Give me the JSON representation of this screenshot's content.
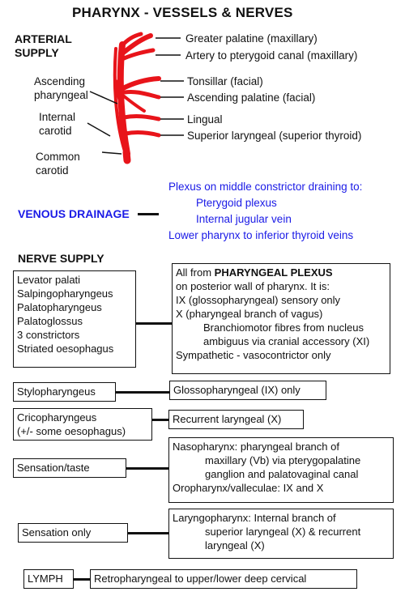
{
  "title": "PHARYNX - VESSELS & NERVES",
  "arterial": {
    "header": [
      "ARTERIAL",
      "SUPPLY"
    ],
    "branches": [
      "Greater palatine (maxillary)",
      "Artery to pterygoid canal (maxillary)",
      "Tonsillar (facial)",
      "Ascending palatine (facial)",
      "Lingual",
      "Superior laryngeal (superior thyroid)"
    ],
    "left_labels": {
      "ascending_pharyngeal": [
        "Ascending",
        "pharyngeal"
      ],
      "internal_carotid": [
        "Internal",
        "carotid"
      ],
      "common_carotid": [
        "Common",
        "carotid"
      ]
    },
    "artery_color": "#e8141a"
  },
  "venous": {
    "header": "VENOUS DRAINAGE",
    "lines": [
      "Plexus on middle constrictor draining to:",
      "Pterygoid plexus",
      "Internal jugular vein",
      "Lower pharynx to inferior thyroid veins"
    ],
    "color": "#1a1ae6"
  },
  "nerve": {
    "header": "NERVE SUPPLY",
    "muscles": [
      "Levator palati",
      "Salpingopharyngeus",
      "Palatopharyngeus",
      "Palatoglossus",
      "3 constrictors",
      "Striated oesophagus"
    ],
    "plexus": {
      "line1_prefix": "All from ",
      "line1_bold": "PHARYNGEAL PLEXUS",
      "lines": [
        "on posterior wall of pharynx. It is:",
        "IX (glossopharyngeal) sensory only",
        "X (pharyngeal branch of vagus)",
        "Branchiomotor fibres from nucleus",
        "ambiguus via cranial accessory (XI)",
        "Sympathetic - vasocontrictor only"
      ]
    },
    "stylo": {
      "left": "Stylopharyngeus",
      "right": "Glossopharyngeal (IX) only"
    },
    "crico": {
      "left": [
        "Cricopharyngeus",
        "(+/- some oesophagus)"
      ],
      "right": "Recurrent laryngeal (X)"
    },
    "taste": {
      "left": "Sensation/taste",
      "right": [
        "Nasopharynx: pharyngeal branch of",
        "maxillary (Vb) via pterygopalatine",
        "ganglion and palatovaginal canal",
        "Oropharynx/valleculae: IX and X"
      ]
    },
    "sens_only": {
      "left": "Sensation only",
      "right": [
        "Laryngopharynx: Internal branch of",
        "superior laryngeal (X) & recurrent",
        "laryngeal (X)"
      ]
    },
    "lymph": {
      "left": "LYMPH",
      "right": "Retropharyngeal to upper/lower deep cervical"
    }
  }
}
